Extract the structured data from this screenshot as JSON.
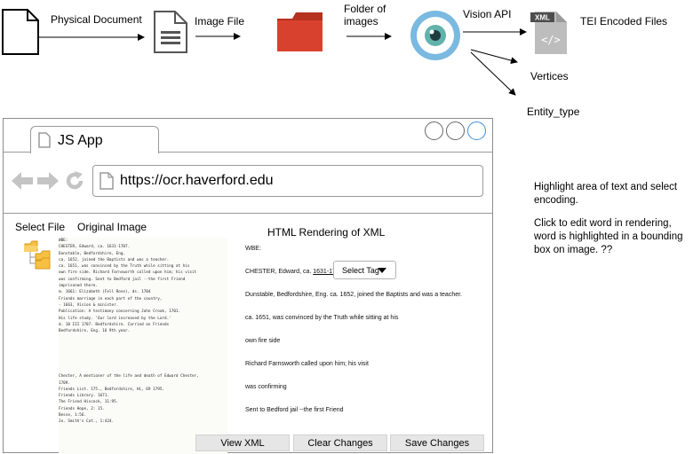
{
  "flow": {
    "physical_document": "Physical Document",
    "image_file": "Image File",
    "folder_line1": "Folder of",
    "folder_line2": "images",
    "vision_api": "Vision API",
    "tei_label": "TEI Encoded Files",
    "tei_badge": "XML",
    "vertices": "Vertices",
    "entity_type": "Entity_type"
  },
  "colors": {
    "folder": "#d9412f",
    "eye_outer": "#7ab9e0",
    "eye_iris": "#62b2ac",
    "arrow": "#000000"
  },
  "browser": {
    "tab_title": "JS App",
    "url": "https://ocr.haverford.edu",
    "nav_icons": [
      "back-arrow-icon",
      "forward-arrow-icon",
      "refresh-icon",
      "page-icon"
    ]
  },
  "app": {
    "select_file": "Select File",
    "original_image": "Original Image",
    "html_rendering": "HTML Rendering of XML",
    "select_tag": "Select Tag",
    "buttons": {
      "view_xml": "View XML",
      "clear_changes": "Clear Changes",
      "save_changes": "Save Changes"
    }
  },
  "scan_lines": [
    "WBE:",
    "CHESTER, Edward, ca. 1631-1707.",
    "      Dunstable, Bedfordshire, Eng.",
    "      ca. 1652, joined the Baptists and was a teacher.",
    "ca. 1651, was convinced by the Truth while sitting at his",
    "own fire side. Richard Farnsworth called upon him; his visit",
    "was confirming. Sent to Bedford jail --the first Friend",
    "imprisoned there.",
    "      m. 1661: Elizabeth          (Fell Rose), ds. 1704",
    "Friends marriage in each part of the country,",
    "    - 1663, Vision & minister.",
    "      Publication: A testimony concerning John Crook, 1701.",
    "      His life study. 'Our lord increased by the Lord.'",
    "      d. 10 III 1707. Bedfordshire. Carried on Friends",
    "Bedfordshire, Eng. 16 9th year.",
    "",
    "",
    "",
    "",
    "",
    "",
    "Chester, A mentioner of the life and death of Edward Chester,",
    "      1709.",
    "Friends List. 175., Bedfordshire, Hi, 69 1795.",
    "Friends Library. 1671.",
    "The Friend Hiscock, 11:95.",
    "Friends Hope, 2: 15.",
    "Besse, 1:56.",
    "Jo. Smith's Cat., 1:424."
  ],
  "rendering": {
    "line1": "WBE:",
    "line2_prefix": "CHESTER, Edward, ca. ",
    "line2_highlight": "1631-1707.",
    "line3": "Dunstable, Bedfordshire, Eng. ca. 1652, joined the Baptists and was a teacher.",
    "line4": "ca. 1651, was convinced by the Truth while sitting at his",
    "line5": "own fire side",
    "line6": "Richard Farnsworth called upon him; his visit",
    "line7": "was confirming",
    "line8": "Sent to Bedford jail --the first Friend"
  },
  "notes": {
    "note1": "Highlight area of text and select encoding.",
    "note2": "Click to edit word in rendering, word is highlighted in a bounding box on image.  ??"
  }
}
